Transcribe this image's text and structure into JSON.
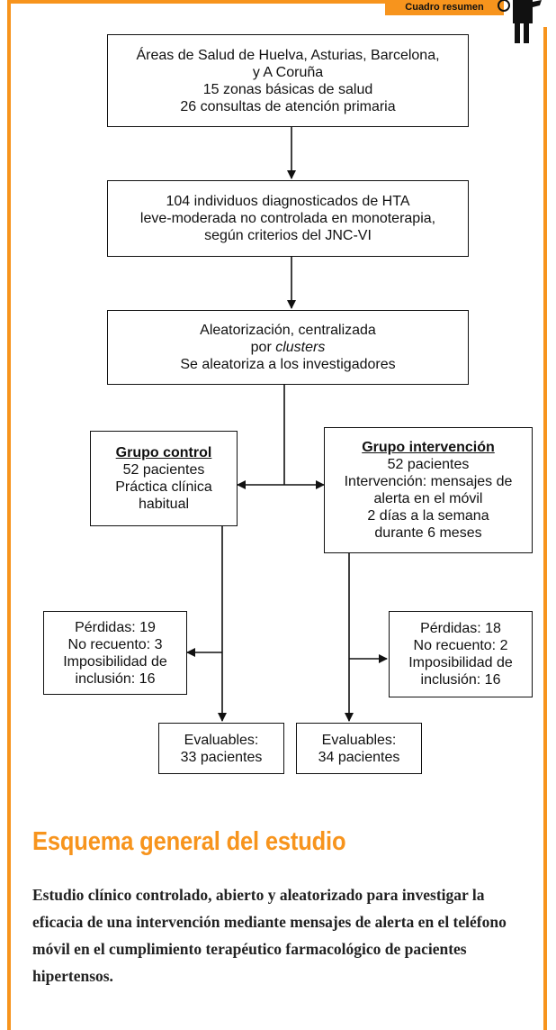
{
  "badge": {
    "label": "Cuadro resumen"
  },
  "colors": {
    "accent": "#f7941d",
    "box_border": "#111111",
    "text": "#111111"
  },
  "flowchart": {
    "areas": {
      "line1": "Áreas de Salud de Huelva, Asturias, Barcelona,",
      "line2": "y A Coruña",
      "line3": "15 zonas básicas de salud",
      "line4": "26 consultas de atención primaria"
    },
    "individuals": {
      "line1": "104 individuos diagnosticados de HTA",
      "line2": "leve-moderada no controlada en monoterapia,",
      "line3": "según criterios del JNC-VI"
    },
    "randomization": {
      "line1": "Aleatorización, centralizada",
      "line2_prefix": "por ",
      "line2_italic": "clusters",
      "line3": "Se aleatoriza a los investigadores"
    },
    "control_group": {
      "title": "Grupo control",
      "line1": "52 pacientes",
      "line2": "Práctica clínica",
      "line3": "habitual"
    },
    "intervention_group": {
      "title": "Grupo intervención",
      "line1": "52 pacientes",
      "line2": "Intervención: mensajes de",
      "line3": "alerta en el móvil",
      "line4": "2 días a la semana",
      "line5": "durante 6 meses"
    },
    "control_losses": {
      "line1": "Pérdidas: 19",
      "line2": "No recuento: 3",
      "line3": "Imposibilidad de",
      "line4": "inclusión: 16"
    },
    "intervention_losses": {
      "line1": "Pérdidas: 18",
      "line2": "No recuento: 2",
      "line3": "Imposibilidad de",
      "line4": "inclusión: 16"
    },
    "control_evaluable": {
      "line1": "Evaluables:",
      "line2": "33 pacientes"
    },
    "intervention_evaluable": {
      "line1": "Evaluables:",
      "line2": "34 pacientes"
    }
  },
  "heading": "Esquema general del estudio",
  "summary": "Estudio clínico controlado, abierto y aleatorizado para investigar la eficacia de una intervención mediante mensajes de alerta en el teléfono móvil en el cumplimiento terapéutico farmacológico de pacientes hipertensos."
}
